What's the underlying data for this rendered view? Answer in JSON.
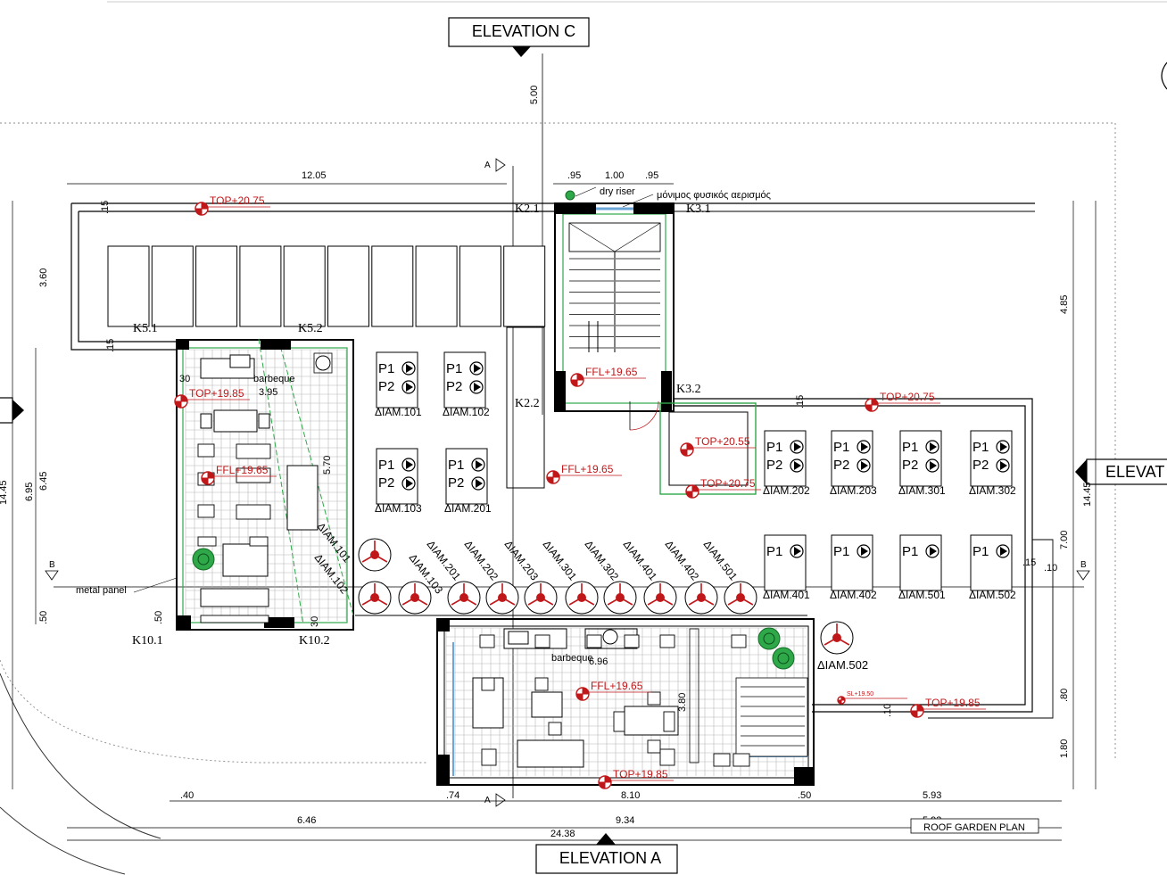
{
  "elevations": {
    "c": "ELEVATION C",
    "a": "ELEVATION A",
    "right": "ELEVAT"
  },
  "section_marks": {
    "a": "A",
    "b": "B"
  },
  "dimensions": {
    "top_5_00": "5.00",
    "top_12_05": "12.05",
    "top_95a": ".95",
    "top_1_00": "1.00",
    "top_95b": ".95",
    "left_3_60": "3.60",
    "left_15a": ".15",
    "left_15b": ".15",
    "left_6_45": "6.45",
    "left_6_95": "6.95",
    "left_14_45": "14.45",
    "left_50": ".50",
    "left_50b": ".50",
    "left_30": "30",
    "left_30b": "30",
    "right_4_85": "4.85",
    "right_14_45": "14.45",
    "right_7_00": "7.00",
    "right_80": ".80",
    "right_1_80": "1.80",
    "right_15": ".15",
    "right_10": ".10",
    "mid_15": ".15",
    "mid_10": ".10",
    "b_40": ".40",
    "b_74": ".74",
    "b_8_10": "8.10",
    "b_50": ".50",
    "b_5_93": "5.93",
    "b_6_46": "6.46",
    "b_9_34": "9.34",
    "b_5_93b": "5.93",
    "b_24_38": "24.38",
    "d_3_95": "3.95",
    "d_5_70": "5.70",
    "d_6_96": "6.96",
    "d_3_80": "3.80"
  },
  "columns": {
    "k21": "K2.1",
    "k31": "K3.1",
    "k51": "K5.1",
    "k52": "K5.2",
    "k22": "K2.2",
    "k32": "K3.2",
    "k101": "K10.1",
    "k102": "K10.2"
  },
  "levels": {
    "top2075a": "TOP+20.75",
    "top1985a": "TOP+19.85",
    "ffl1965a": "FFL+19.65",
    "ffl1965b": "FFL+19.65",
    "ffl1965c": "FFL+19.65",
    "top2055": "TOP+20.55",
    "top2075b": "TOP+20.75",
    "top2075c": "TOP+20.75",
    "ffl1965d": "FFL+19.65",
    "top1985b": "TOP+19.85",
    "top1985c": "TOP+19.85",
    "sl": "SL+19.50"
  },
  "labels": {
    "dry_riser": "dry riser",
    "ventilation": "μόνιμος φυσικός αερισμός",
    "barbeque": "barbeque",
    "barbeque2": "barbeque",
    "metal_panel": "metal panel",
    "title": "ROOF GARDEN PLAN"
  },
  "unit_blocks": {
    "p1": "P1",
    "p2": "P2",
    "upper": [
      "ΔΙΑΜ.101",
      "ΔΙΑΜ.102",
      "ΔΙΑΜ.103",
      "ΔΙΑΜ.201"
    ],
    "right_upper": [
      "ΔΙΑΜ.202",
      "ΔΙΑΜ.203",
      "ΔΙΑΜ.301",
      "ΔΙΑΜ.302"
    ],
    "right_lower": [
      "ΔΙΑΜ.401",
      "ΔΙΑΜ.402",
      "ΔΙΑΜ.501",
      "ΔΙΑΜ.502"
    ]
  },
  "vents": [
    "ΔΙΑΜ.101",
    "ΔΙΑΜ.201",
    "ΔΙΑΜ.103",
    "ΔΙΑΜ.202",
    "ΔΙΑΜ.203",
    "ΔΙΑΜ.301",
    "ΔΙΑΜ.302",
    "ΔΙΑΜ.401",
    "ΔΙΑΜ.402",
    "ΔΙΑΜ.501",
    "ΔΙΑΜ.102"
  ],
  "vent_502": "ΔΙΑΜ.502",
  "colors": {
    "level_red": "#c0181a",
    "green": "#2fa84a",
    "blue": "#6aa6d8"
  }
}
